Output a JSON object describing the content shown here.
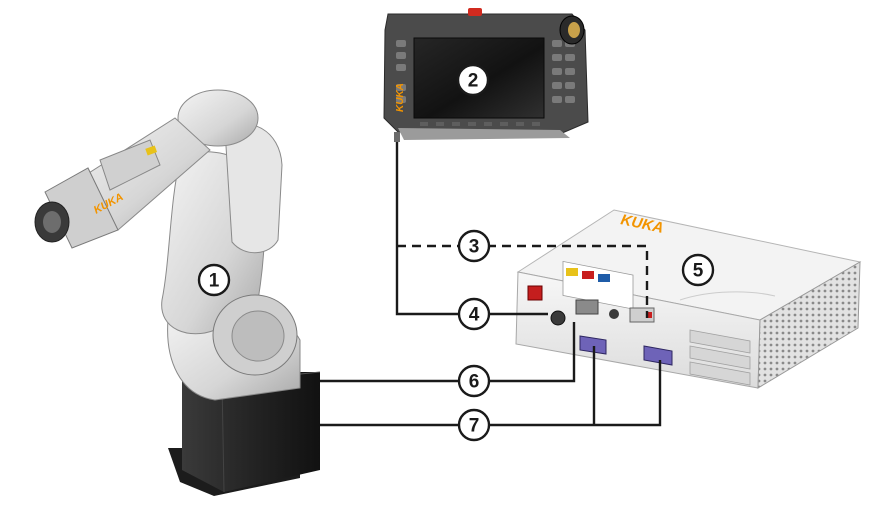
{
  "diagram": {
    "callouts": [
      {
        "id": "1",
        "label": "1"
      },
      {
        "id": "2",
        "label": "2"
      },
      {
        "id": "3",
        "label": "3"
      },
      {
        "id": "4",
        "label": "4"
      },
      {
        "id": "5",
        "label": "5"
      },
      {
        "id": "6",
        "label": "6"
      },
      {
        "id": "7",
        "label": "7"
      }
    ],
    "brand": {
      "pendant_logo": "KUKA",
      "controller_logo": "KUKA",
      "robot_logo": "KUKA"
    },
    "colors": {
      "robot_body": "#d9d9d9",
      "robot_base": "#2b2b2b",
      "pendant_body": "#4a4a4a",
      "pendant_screen": "#151515",
      "controller_body": "#e9e9e9",
      "kuka_orange": "#f29400",
      "cable": "#1a1a1a"
    }
  }
}
